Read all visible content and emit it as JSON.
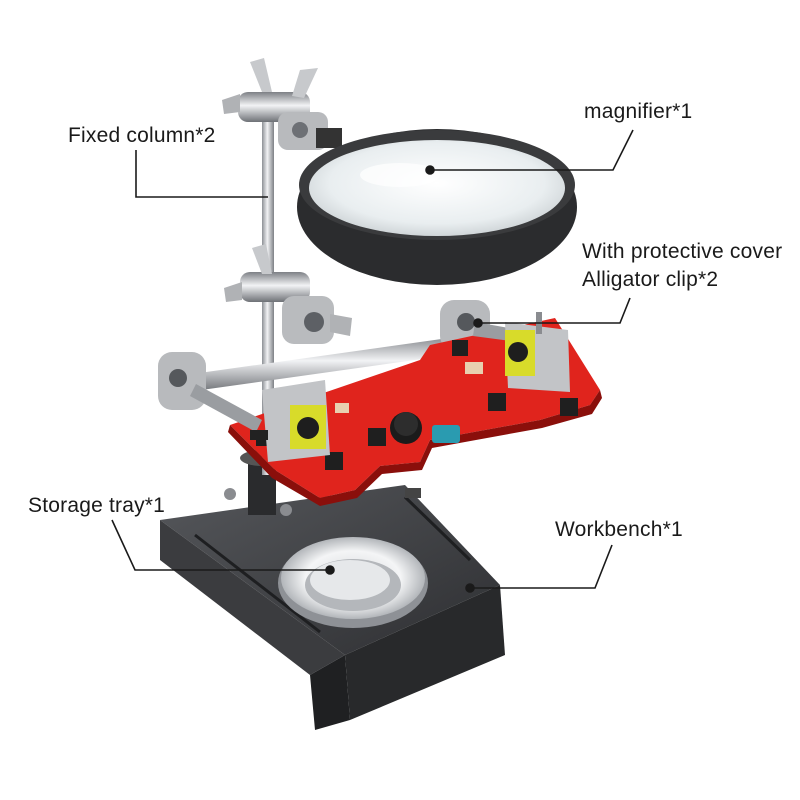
{
  "labels": {
    "fixed_column": "Fixed column*2",
    "magnifier": "magnifier*1",
    "clip_line1": "With protective cover",
    "clip_line2": "Alligator clip*2",
    "storage_tray": "Storage tray*1",
    "workbench": "Workbench*1"
  },
  "colors": {
    "board": "#e0241d",
    "base": "#3a3a3c",
    "metal": "#c9cbce",
    "leader": "#1a1a1a"
  }
}
